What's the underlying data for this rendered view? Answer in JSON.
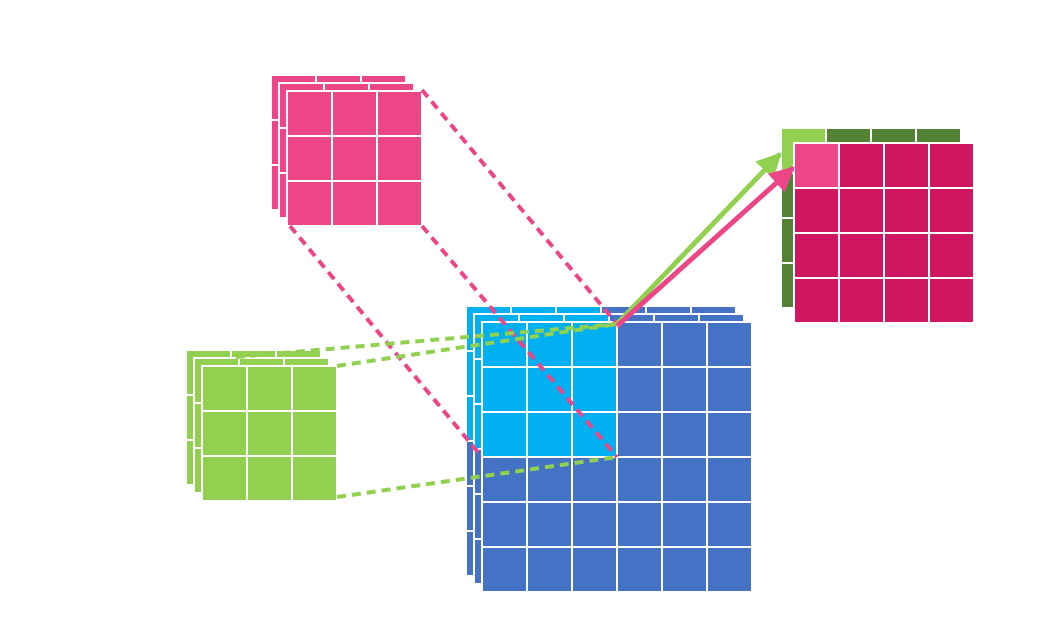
{
  "colors": {
    "background": "#ffffff",
    "grid_line": "#ffffff",
    "pink_kernel": "#ec4688",
    "green_kernel": "#92d050",
    "input_base": "#4472c4",
    "input_receptive_field": "#00b0f0",
    "output_front": "#d11661",
    "output_back": "#548235",
    "output_pink_highlight": "#ec4688",
    "output_green_highlight": "#92d050",
    "pink_connector": "#ec4688",
    "green_connector": "#92d050"
  },
  "structure": {
    "input": {
      "rows": 6,
      "cols": 6,
      "channels": 3,
      "receptive_field": 3
    },
    "pink_kernel": {
      "rows": 3,
      "cols": 3,
      "channels": 3
    },
    "green_kernel": {
      "rows": 3,
      "cols": 3,
      "channels": 3
    },
    "output": {
      "rows": 4,
      "cols": 4,
      "feature_maps": 2
    }
  },
  "icons": {
    "pink_arrow": "arrow-icon",
    "green_arrow": "arrow-icon"
  }
}
